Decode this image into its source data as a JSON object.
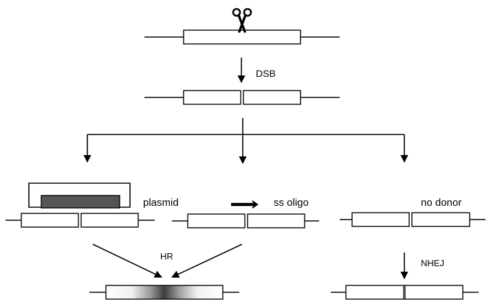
{
  "labels": {
    "dsb": "DSB",
    "plasmid": "plasmid",
    "ss_oligo": "ss oligo",
    "no_donor": "no donor",
    "hr": "HR",
    "nhej": "NHEJ"
  },
  "icons": {
    "cut": "scissors-icon"
  },
  "colors": {
    "stroke": "#000000",
    "donor_insert": "#555555",
    "repair_mark": "#555555"
  }
}
